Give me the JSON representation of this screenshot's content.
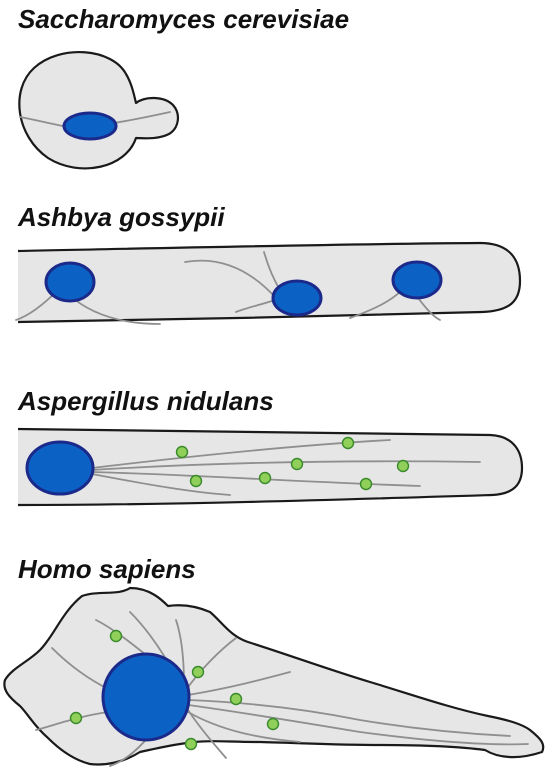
{
  "organisms": [
    {
      "name": "Saccharomyces cerevisiae"
    },
    {
      "name": "Ashbya gossypii"
    },
    {
      "name": "Aspergillus nidulans"
    },
    {
      "name": "Homo sapiens"
    }
  ],
  "colors": {
    "cell_fill": "#e6e6e7",
    "cell_stroke": "#1a1a1a",
    "nucleus_fill": "#0b62c4",
    "nucleus_stroke": "#1b2a8a",
    "microtubule": "#8f8f8f",
    "vesicle_fill": "#8fcf5a",
    "vesicle_stroke": "#3a8a2a"
  }
}
